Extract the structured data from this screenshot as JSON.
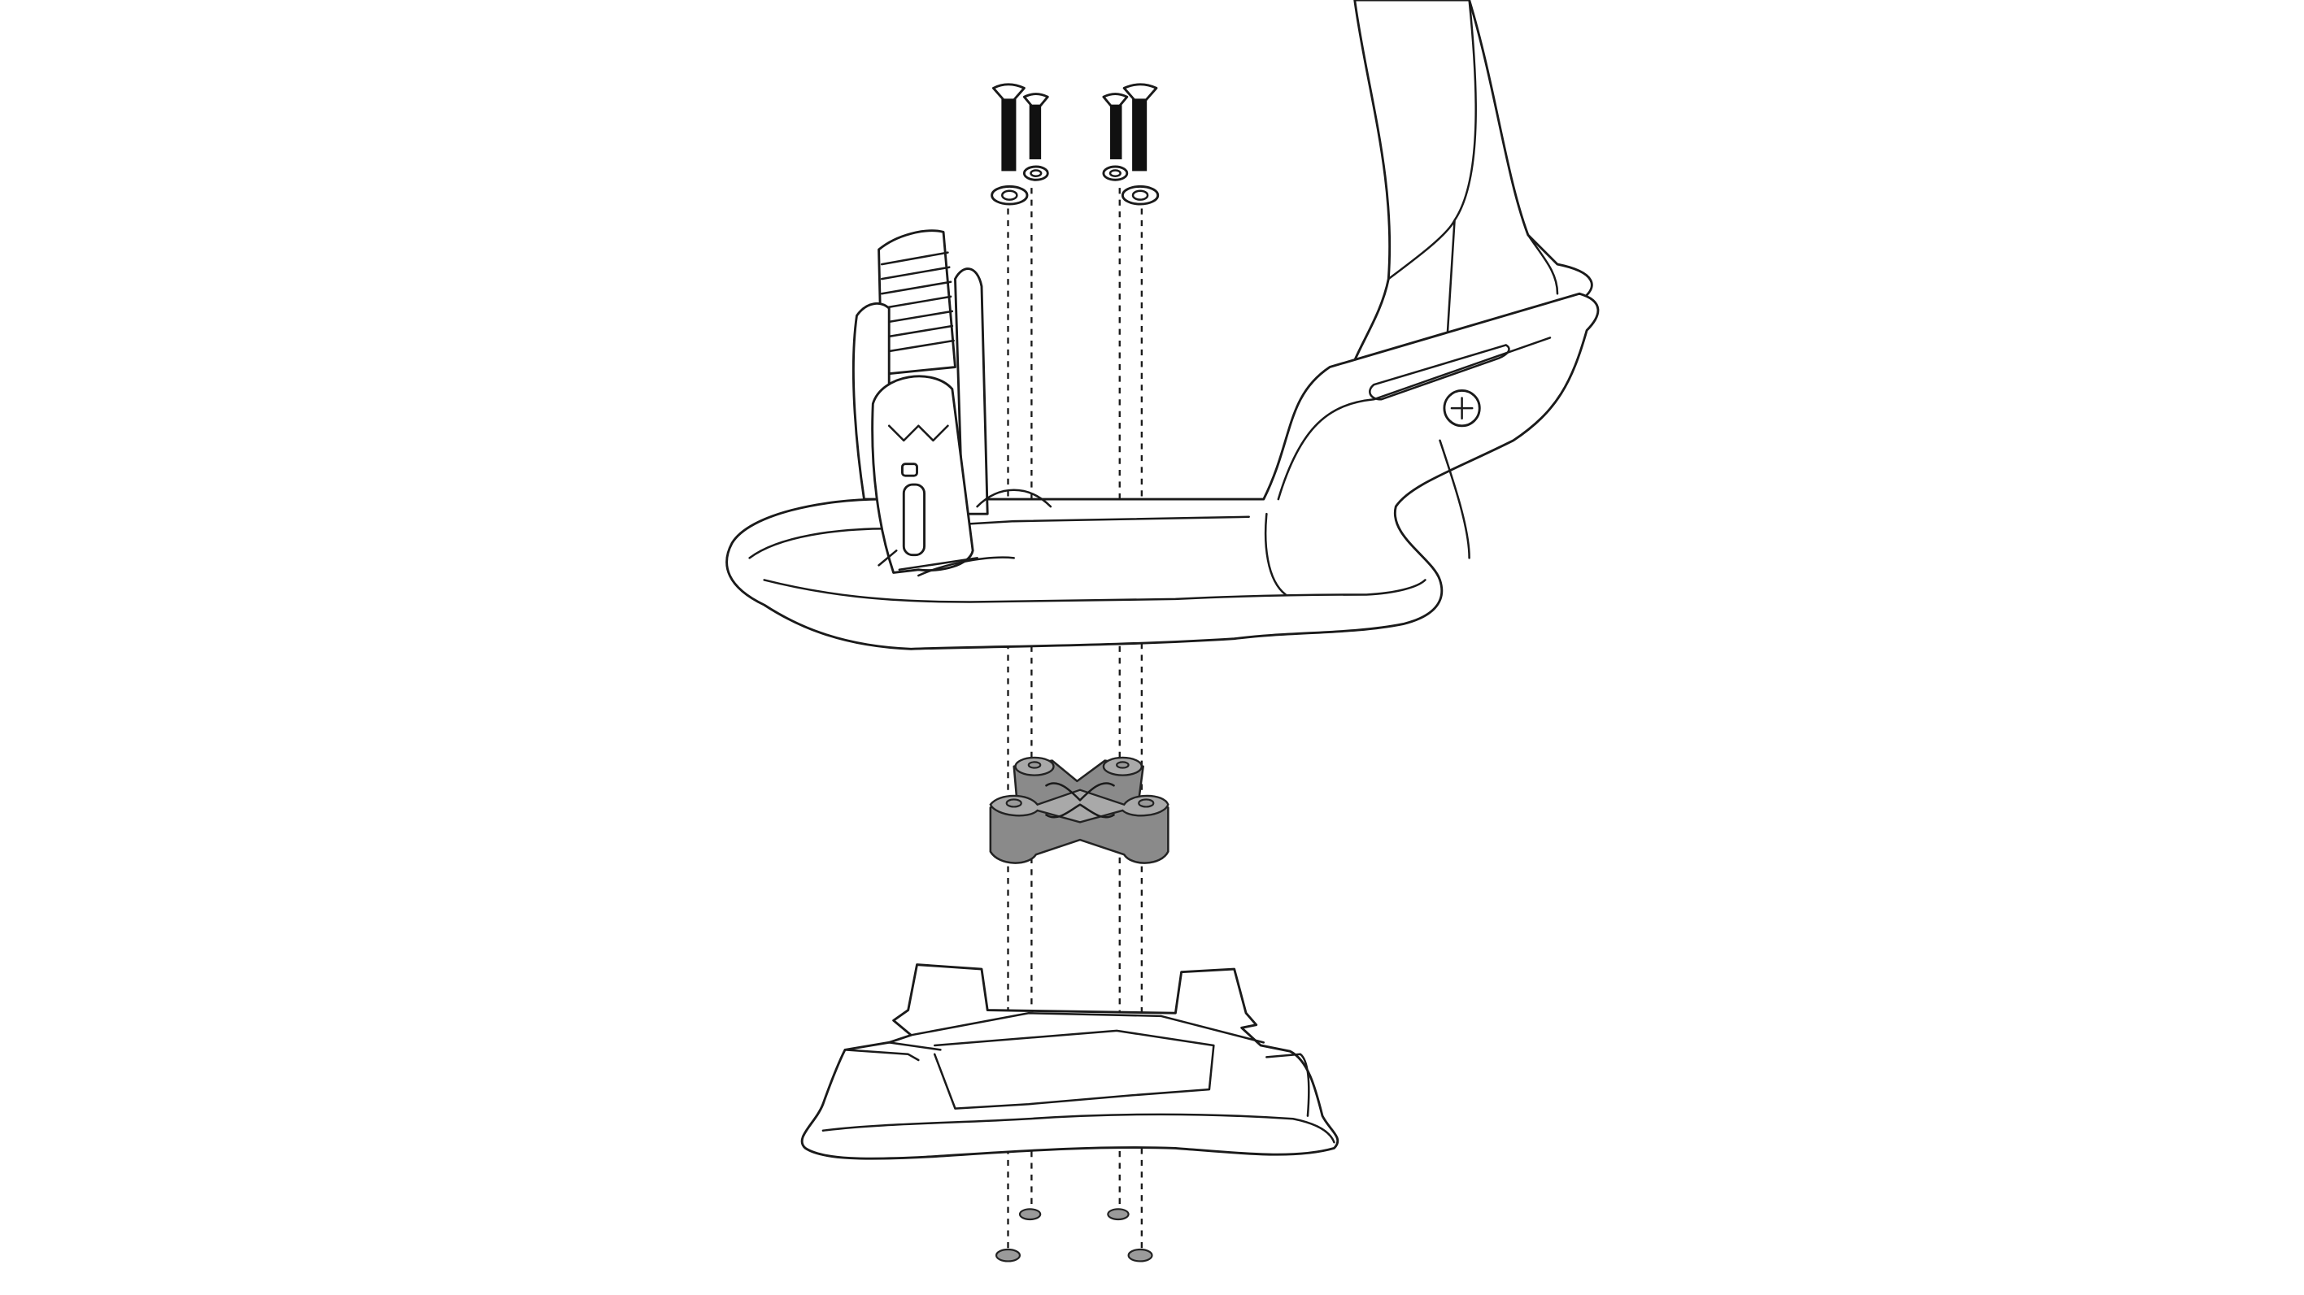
{
  "diagram": {
    "type": "exploded-assembly",
    "parts": [
      "screws",
      "washers",
      "binding",
      "mounting-disc",
      "base-pad",
      "inserts"
    ],
    "colors": {
      "background": "#ffffff",
      "line": "#1a1a1a",
      "disc_fill": "#8a8a8a",
      "insert_fill": "#9a9a9a"
    }
  }
}
